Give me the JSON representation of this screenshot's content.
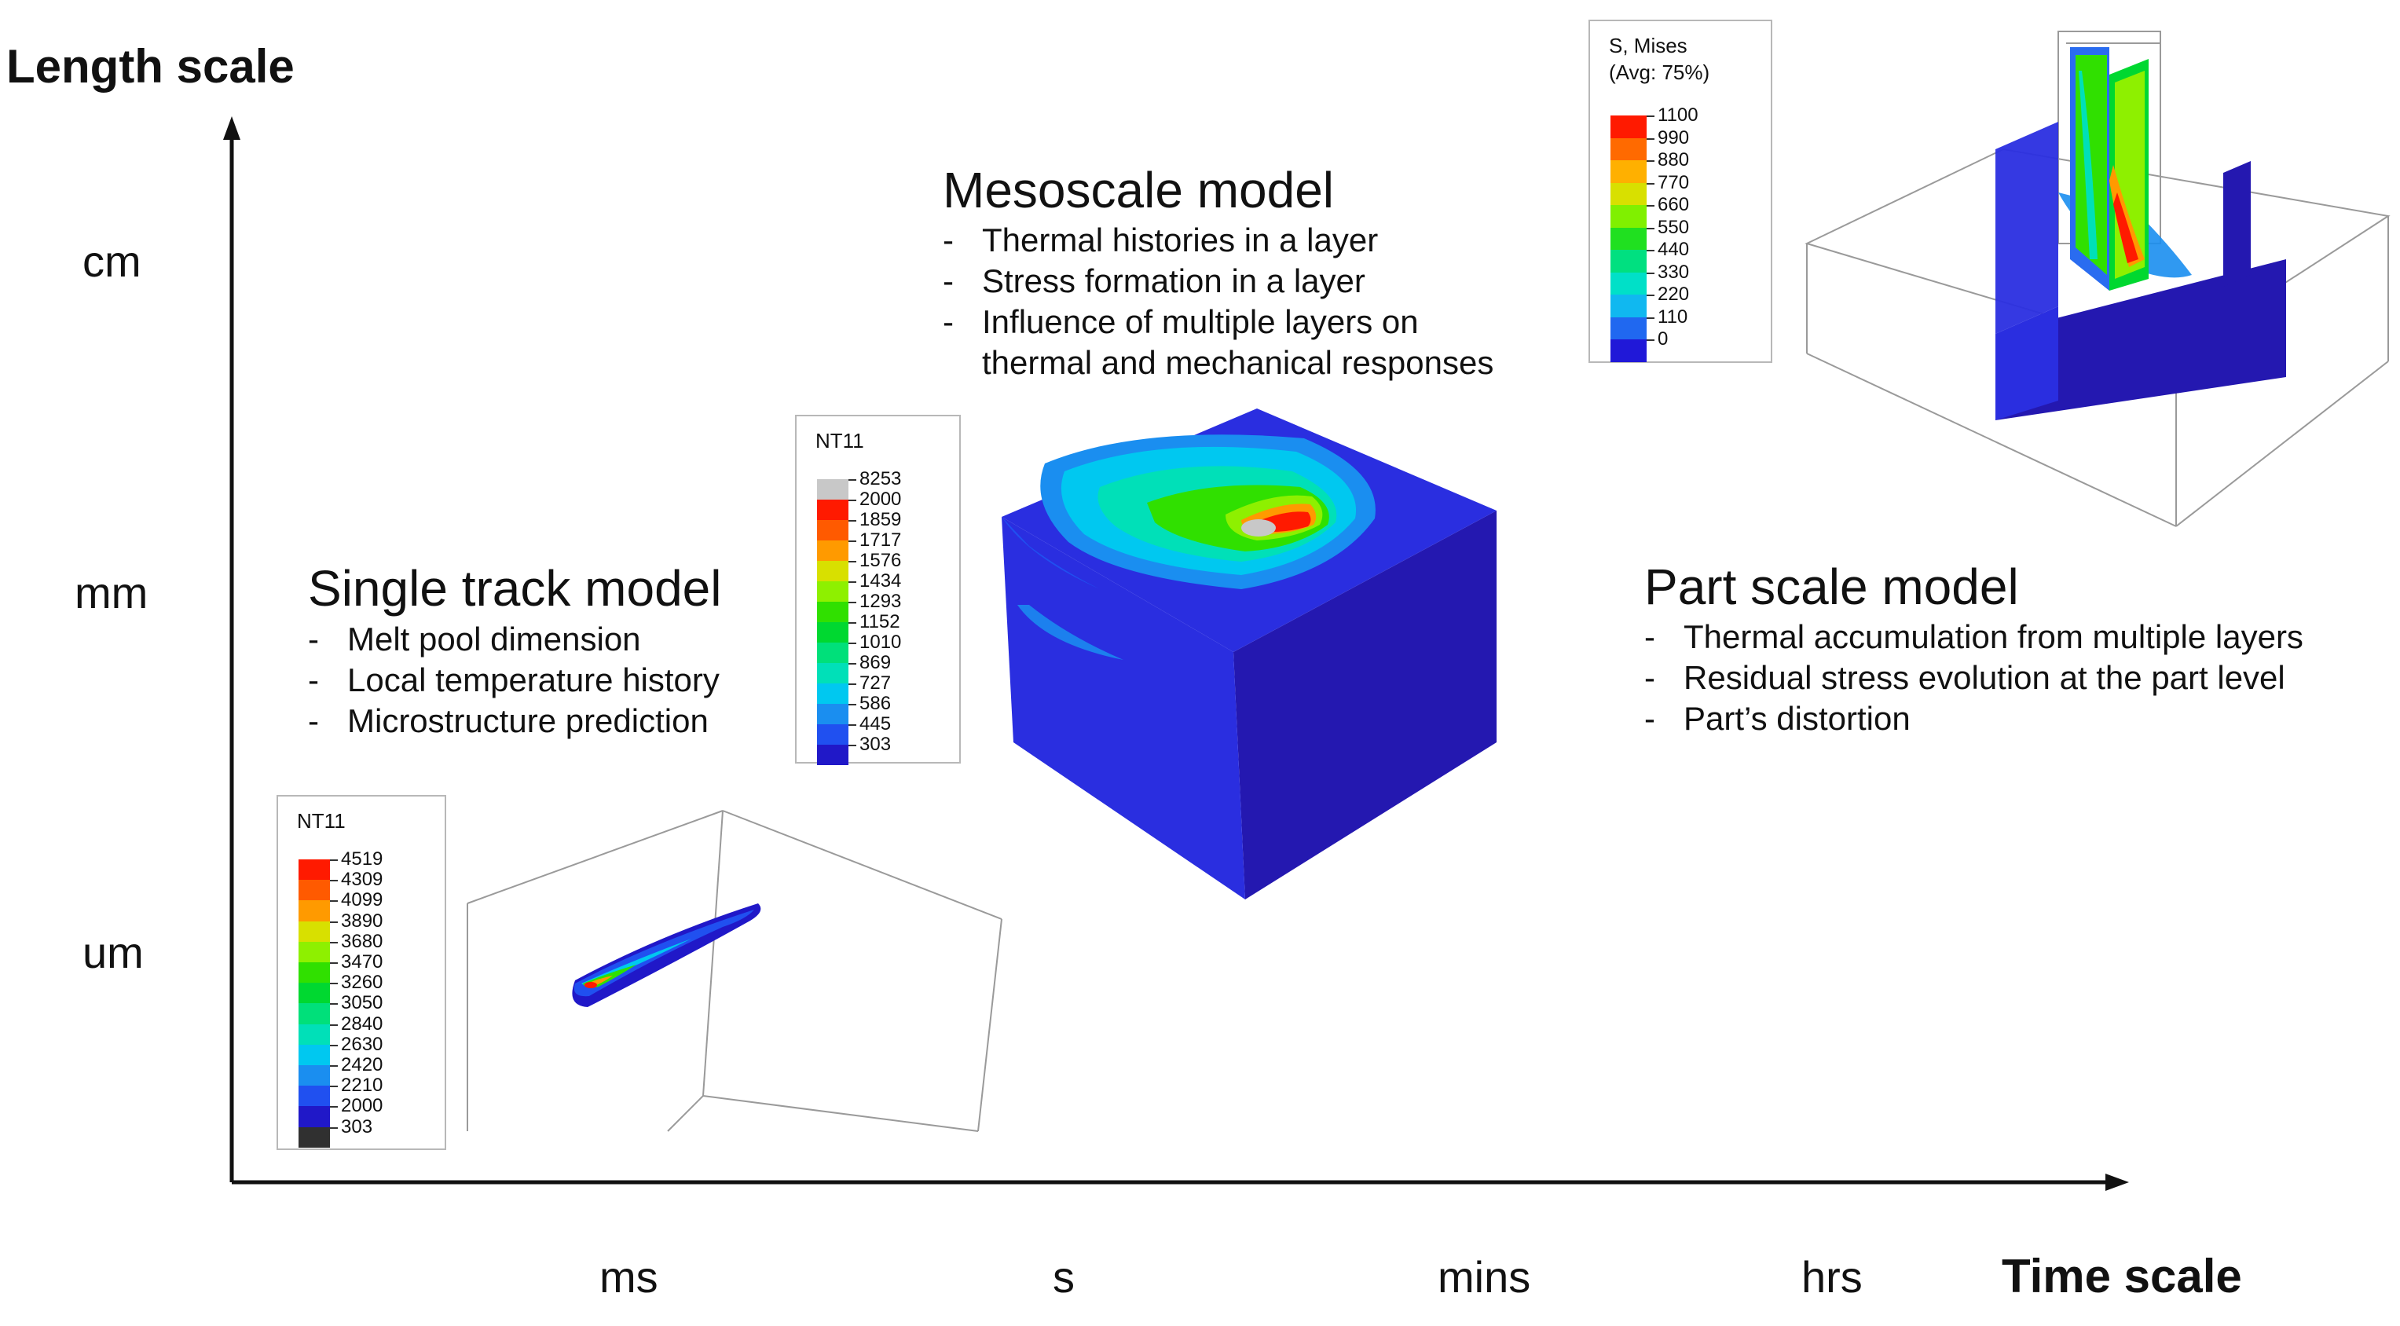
{
  "axes": {
    "y_title": "Length scale",
    "x_title": "Time scale",
    "y_ticks": [
      "cm",
      "mm",
      "um"
    ],
    "x_ticks": [
      "ms",
      "s",
      "mins",
      "hrs"
    ]
  },
  "models": {
    "single_track": {
      "title": "Single track model",
      "bullets": [
        "Melt pool dimension",
        "Local temperature history",
        "Microstructure prediction"
      ]
    },
    "mesoscale": {
      "title": "Mesoscale model",
      "bullets": [
        "Thermal histories in a layer",
        "Stress formation in a layer",
        "Influence of multiple layers on",
        "thermal and mechanical responses"
      ]
    },
    "part_scale": {
      "title": "Part scale model",
      "bullets": [
        "Thermal accumulation from multiple layers",
        "Residual stress evolution at the part level",
        "Part’s distortion"
      ]
    }
  },
  "legends": {
    "single_track": {
      "title": "NT11",
      "values": [
        "4519",
        "4309",
        "4099",
        "3890",
        "3680",
        "3470",
        "3260",
        "3050",
        "2840",
        "2630",
        "2420",
        "2210",
        "2000",
        "303"
      ],
      "colors": [
        "#ff1a00",
        "#ff5a00",
        "#ff9a00",
        "#d8e000",
        "#8ef000",
        "#30e000",
        "#00d830",
        "#00e07a",
        "#00e0b8",
        "#00c8f0",
        "#1a8ef0",
        "#2050f0",
        "#2018c8",
        "#303030"
      ]
    },
    "mesoscale": {
      "title": "NT11",
      "values": [
        "8253",
        "2000",
        "1859",
        "1717",
        "1576",
        "1434",
        "1293",
        "1152",
        "1010",
        "869",
        "727",
        "586",
        "445",
        "303"
      ],
      "colors": [
        "#c8c8c8",
        "#ff1a00",
        "#ff5a00",
        "#ff9a00",
        "#d8e000",
        "#8ef000",
        "#30e000",
        "#00d830",
        "#00e07a",
        "#00e0b8",
        "#00c8f0",
        "#1a8ef0",
        "#2050f0",
        "#2018c8"
      ]
    },
    "part_scale": {
      "title": "S, Mises",
      "subtitle": "(Avg: 75%)",
      "values": [
        "1100",
        "990",
        "880",
        "770",
        "660",
        "550",
        "440",
        "330",
        "220",
        "110",
        "0"
      ],
      "colors": [
        "#ff1a00",
        "#ff6a00",
        "#ffb000",
        "#d8e000",
        "#80f000",
        "#20e020",
        "#00e080",
        "#00e0c8",
        "#10b8f0",
        "#2068f0",
        "#2018d8"
      ]
    }
  }
}
